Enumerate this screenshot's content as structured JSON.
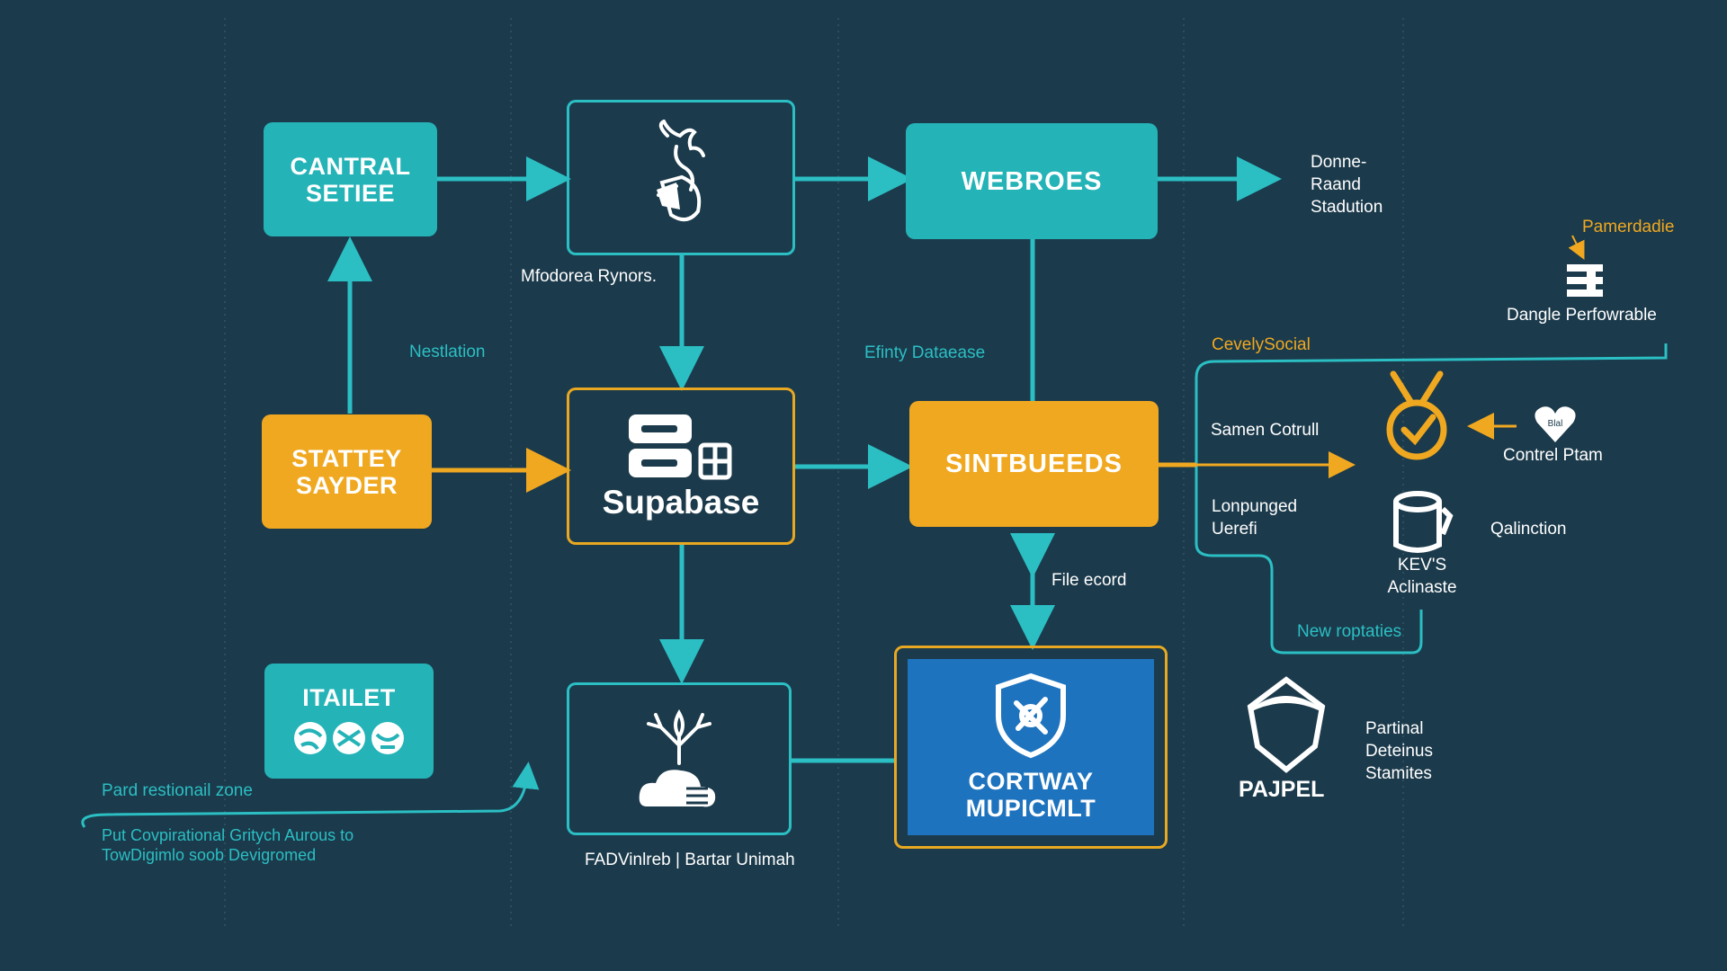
{
  "nodes": {
    "cantral": {
      "line1": "CANTRAL",
      "line2": "SETIEE"
    },
    "stattey": {
      "line1": "STATTEY",
      "line2": "SAYDER"
    },
    "itailet": {
      "title": "ITAILET"
    },
    "webroes": {
      "title": "WEBROES"
    },
    "sintbueeds": {
      "title": "SINTBUEEDS"
    },
    "supabase": {
      "title": "Supabase"
    },
    "cortway": {
      "line1": "CORTWAY",
      "line2": "MUPICMLT"
    }
  },
  "labels": {
    "mfodorea": "Mfodorea Rynors.",
    "nestlation": "Nestlation",
    "efinty": "Efinty Dataease",
    "donne": [
      "Donne-",
      "Raand",
      "Stadution"
    ],
    "pamerdadie": "Pamerdadie",
    "dangle": "Dangle Perfowrable",
    "cevelysocial": "CevelySocial",
    "samen": "Samen Cotrull",
    "contrel": "Contrel Ptam",
    "lonpunged": [
      "Lonpunged",
      "Uerefi"
    ],
    "qalinction": "Qalinction",
    "kevs": [
      "KEV'S",
      "Aclinaste"
    ],
    "new_roptaties": "New roptaties",
    "file_ecord": "File ecord",
    "partinal": [
      "Partinal",
      "Deteinus",
      "Stamites"
    ],
    "pajpel": "PAJPEL",
    "pard_zone": "Pard restionail zone",
    "put_text": [
      "Put Covpirational Gritych Aurous to",
      "TowDigimlo soob Devigromed"
    ],
    "fadvinlreb": "FADVinlreb | Bartar Unimah",
    "heart_badge": "Blal"
  },
  "colors": {
    "background": "#1b3a4b",
    "teal": "#24b3b7",
    "orange": "#f0a820",
    "blue": "#1e73be",
    "white": "#ffffff"
  }
}
